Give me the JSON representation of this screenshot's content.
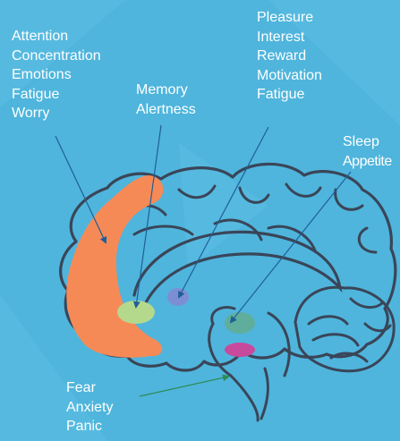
{
  "colors": {
    "background": "#4fb5dc",
    "background_facets": "#5cbde3",
    "outline": "#3a4558",
    "prefrontal": "#f68a56",
    "memory_region": "#b5d98c",
    "reward_region": "#7d8fd4",
    "sleep_region": "#5fae9c",
    "fear_region": "#c84a9c",
    "blue_arrow": "#1f5f99",
    "green_arrow": "#2e8b57",
    "text": "#ffffff"
  },
  "labels": {
    "prefrontal": [
      "Attention",
      "Concentration",
      "Emotions",
      "Fatigue",
      "Worry"
    ],
    "memory": [
      "Memory",
      "Alertness"
    ],
    "reward": [
      "Pleasure",
      "Interest",
      "Reward",
      "Motivation",
      "Fatigue"
    ],
    "sleep": [
      "Sleep",
      "Appetite"
    ],
    "fear": [
      "Fear",
      "Anxiety",
      "Panic"
    ]
  }
}
